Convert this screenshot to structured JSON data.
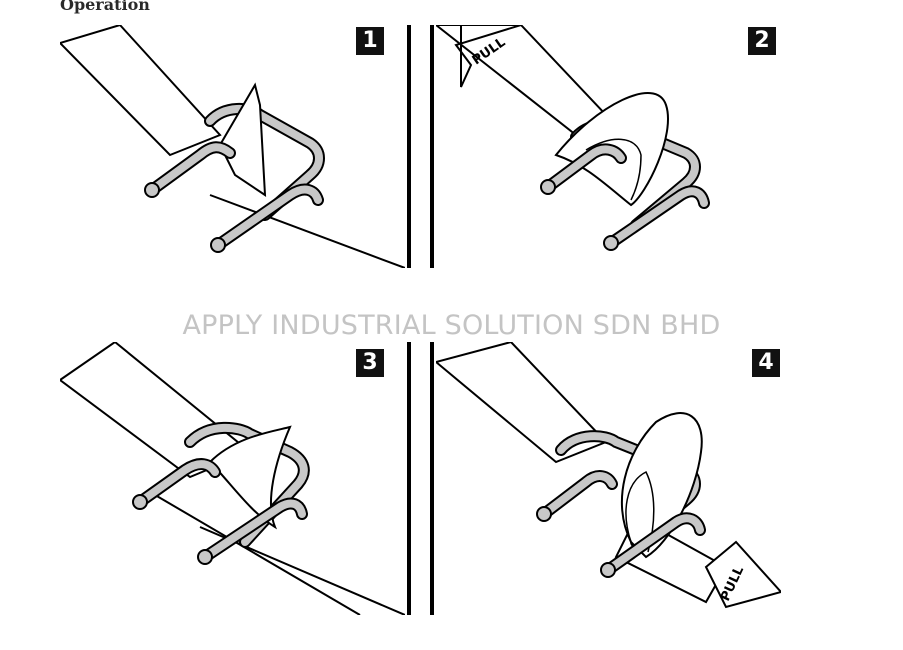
{
  "heading": "Operation",
  "watermark": "APPLY INDUSTRIAL SOLUTION SDN BHD",
  "steps": [
    {
      "number": "1"
    },
    {
      "number": "2",
      "arrow_label": "PULL"
    },
    {
      "number": "3"
    },
    {
      "number": "4",
      "arrow_label": "PULL"
    }
  ],
  "colors": {
    "ink": "#000000",
    "buckle_fill": "#c8c8c8",
    "paper": "#ffffff",
    "watermark": "#c4c4c4"
  }
}
